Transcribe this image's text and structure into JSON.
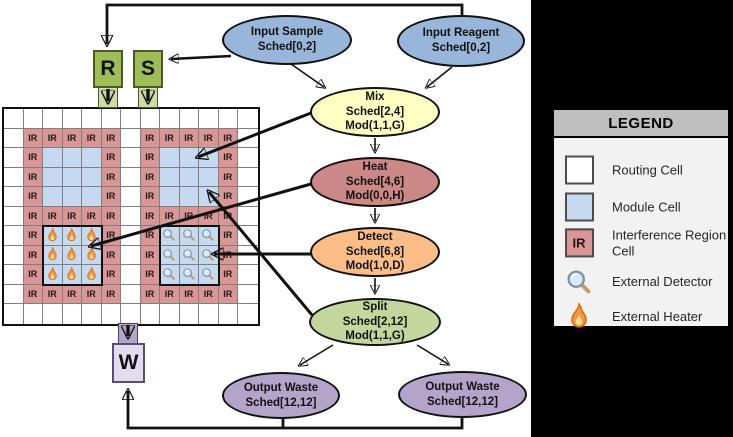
{
  "colors": {
    "routing_cell": "#ffffff",
    "module_cell": "#c5d9f1",
    "ir_cell": "#d99694",
    "grid_line": "#7f7f7f",
    "input_node": "#98b6d9",
    "mix_node": "#ffffc2",
    "heat_node": "#cc8886",
    "detect_node": "#fabd88",
    "split_node": "#c3d69b",
    "waste_node": "#b4a4ca",
    "port_rs": "#9fbd57",
    "port_rs_border": "#4b5c23",
    "port_rs_stem": "#cfdaa8",
    "port_w": "#e3dcef",
    "port_w_border": "#5c4a78",
    "port_w_stem": "#b5a6cb",
    "legend_header": "#bfbfbf",
    "legend_body": "#f2f2f2",
    "panel": "#000000",
    "line": "#111111"
  },
  "ports": [
    {
      "id": "R",
      "label": "R"
    },
    {
      "id": "S",
      "label": "S"
    },
    {
      "id": "W",
      "label": "W"
    }
  ],
  "nodes": [
    {
      "id": "input_sample",
      "lines": [
        "Input Sample",
        "Sched[0,2]"
      ]
    },
    {
      "id": "input_reagent",
      "lines": [
        "Input Reagent",
        "Sched[0,2]"
      ]
    },
    {
      "id": "mix",
      "lines": [
        "Mix",
        "Sched[2,4]",
        "Mod(1,1,G)"
      ]
    },
    {
      "id": "heat",
      "lines": [
        "Heat",
        "Sched[4,6]",
        "Mod(0,0,H)"
      ]
    },
    {
      "id": "detect",
      "lines": [
        "Detect",
        "Sched[6,8]",
        "Mod(1,0,D)"
      ]
    },
    {
      "id": "split",
      "lines": [
        "Split",
        "Sched[2,12]",
        "Mod(1,1,G)"
      ]
    },
    {
      "id": "waste_left",
      "lines": [
        "Output Waste",
        "Sched[12,12]"
      ]
    },
    {
      "id": "waste_right",
      "lines": [
        "Output Waste",
        "Sched[12,12]"
      ]
    }
  ],
  "grid": {
    "ir_label": "IR",
    "rows": [
      ".............",
      ".IIIII.IIIII.",
      ".IMMMI.IMMMI.",
      ".IMMMI.IMMMI.",
      ".IMMMI.IMMMI.",
      ".IIIII.IIIII.",
      ".IHHHI.IDDDI.",
      ".IHHHI.IDDDI.",
      ".IHHHI.IDDDI.",
      ".IIIII.IIIII.",
      "............."
    ],
    "cell_types": {
      ".": {
        "name": "routing-cell",
        "cls": "c-white"
      },
      "I": {
        "name": "ir-cell",
        "cls": "c-ir"
      },
      "M": {
        "name": "module-cell",
        "cls": "c-mod"
      },
      "H": {
        "name": "heater-cell",
        "cls": "c-mod",
        "icon": "tpl-flame"
      },
      "D": {
        "name": "detector-cell",
        "cls": "c-mod",
        "icon": "tpl-mag"
      }
    }
  },
  "legend": {
    "title": "LEGEND",
    "items": [
      {
        "swatch": "routing-cell",
        "label": "Routing Cell"
      },
      {
        "swatch": "module-cell",
        "label": "Module Cell"
      },
      {
        "swatch": "ir-cell",
        "swatch_label": "IR",
        "label": "Interference Region Cell"
      },
      {
        "icon": "magnifier-icon",
        "label": "External Detector"
      },
      {
        "icon": "flame-icon",
        "label": "External Heater"
      }
    ]
  }
}
